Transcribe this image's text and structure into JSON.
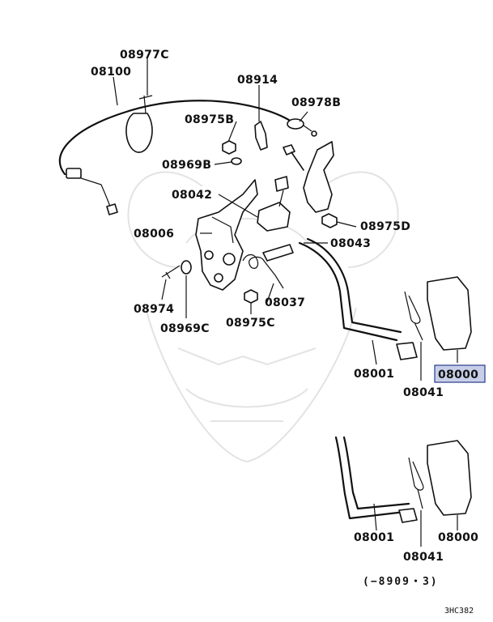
{
  "title": "",
  "highlight": {
    "part": "08000",
    "color": "#c7cfe8",
    "border": "#2a3a8a"
  },
  "callouts": {
    "c08977C": "08977C",
    "c08100": "08100",
    "c08914": "08914",
    "c08978B": "08978B",
    "c08975B": "08975B",
    "c08969B": "08969B",
    "c08042": "08042",
    "c08006": "08006",
    "c08043": "08043",
    "c08975D": "08975D",
    "c08974": "08974",
    "c08969C": "08969C",
    "c08037": "08037",
    "c08975C": "08975C",
    "c08001a": "08001",
    "c08041a": "08041",
    "c08000a": "08000",
    "c08001b": "08001",
    "c08041b": "08041",
    "c08000b": "08000"
  },
  "date_range": "(−8909・3)",
  "drawing_code": "3HC382"
}
